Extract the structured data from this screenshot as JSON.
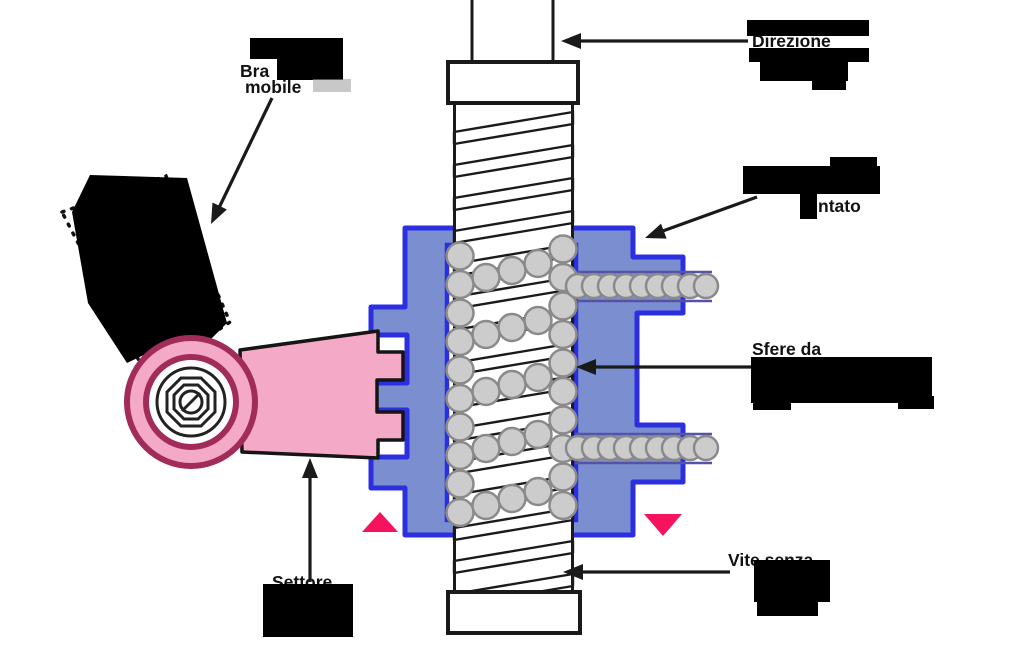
{
  "labels": {
    "braccio": {
      "line1": "Bra",
      "line2": "mobile"
    },
    "direzione": {
      "visible_fragment": "Direzione"
    },
    "montato": {
      "visible_fragment": "ntato"
    },
    "sfere": {
      "visible_fragment": "Sfere da"
    },
    "vite": {
      "visible_fragment": "Vite senza"
    },
    "settore": {
      "visible_fragment": "Settore"
    }
  },
  "colors": {
    "housing_fill": "#7b8ecf",
    "housing_stroke": "#2b2fe0",
    "ball_fill": "#cccccc",
    "ball_stroke": "#8a8a8a",
    "arm_fill": "#f4a9c6",
    "hub_ring": "#a12b59",
    "accent_triangle": "#f4135c",
    "redaction": "#000000",
    "outline": "#1a1a1a",
    "channel": "#5552a8"
  }
}
